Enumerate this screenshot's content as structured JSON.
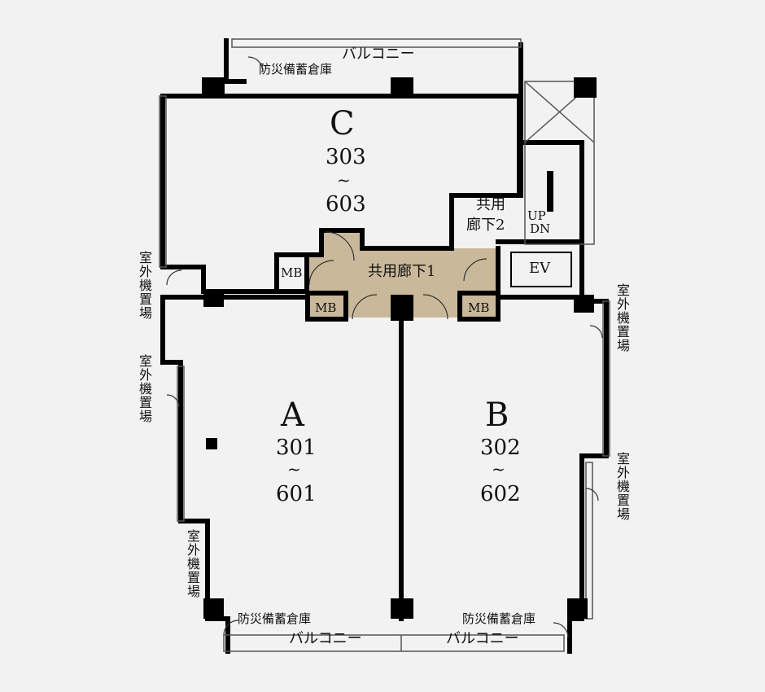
{
  "units": {
    "a": {
      "letter": "A",
      "from": "301",
      "tilde": "~",
      "to": "601"
    },
    "b": {
      "letter": "B",
      "from": "302",
      "tilde": "~",
      "to": "602"
    },
    "c": {
      "letter": "C",
      "from": "303",
      "tilde": "~",
      "to": "603"
    }
  },
  "labels": {
    "corridor1": "共用廊下1",
    "corridor2_line1": "共用",
    "corridor2_line2": "廊下2",
    "ev": "EV",
    "mb": "MB",
    "up": "UP",
    "dn": "DN",
    "balcony": "バルコニー",
    "storage": "防災備蓄倉庫",
    "outdoor_unit": "室外機置場"
  },
  "colors": {
    "background": "#f2f2f2",
    "wall": "#000000",
    "common_area": "#c9b99a"
  }
}
